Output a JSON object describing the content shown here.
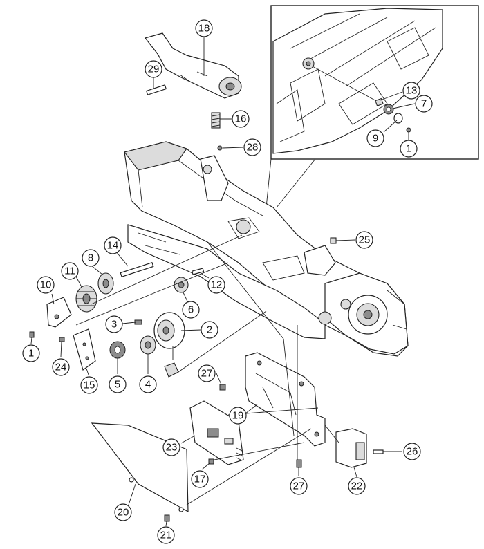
{
  "diagram": {
    "callouts": [
      {
        "id": "c18",
        "label": "18"
      },
      {
        "id": "c29",
        "label": "29"
      },
      {
        "id": "c16",
        "label": "16"
      },
      {
        "id": "c28",
        "label": "28"
      },
      {
        "id": "c13",
        "label": "13"
      },
      {
        "id": "c7",
        "label": "7"
      },
      {
        "id": "c9",
        "label": "9"
      },
      {
        "id": "c1a",
        "label": "1"
      },
      {
        "id": "c25",
        "label": "25"
      },
      {
        "id": "c14",
        "label": "14"
      },
      {
        "id": "c8",
        "label": "8"
      },
      {
        "id": "c11",
        "label": "11"
      },
      {
        "id": "c10",
        "label": "10"
      },
      {
        "id": "c12",
        "label": "12"
      },
      {
        "id": "c6",
        "label": "6"
      },
      {
        "id": "c3",
        "label": "3"
      },
      {
        "id": "c2",
        "label": "2"
      },
      {
        "id": "c1b",
        "label": "1"
      },
      {
        "id": "c24",
        "label": "24"
      },
      {
        "id": "c15",
        "label": "15"
      },
      {
        "id": "c5",
        "label": "5"
      },
      {
        "id": "c4",
        "label": "4"
      },
      {
        "id": "c27a",
        "label": "27"
      },
      {
        "id": "c19",
        "label": "19"
      },
      {
        "id": "c23",
        "label": "23"
      },
      {
        "id": "c17",
        "label": "17"
      },
      {
        "id": "c20",
        "label": "20"
      },
      {
        "id": "c21",
        "label": "21"
      },
      {
        "id": "c27b",
        "label": "27"
      },
      {
        "id": "c22",
        "label": "22"
      },
      {
        "id": "c26",
        "label": "26"
      }
    ]
  }
}
